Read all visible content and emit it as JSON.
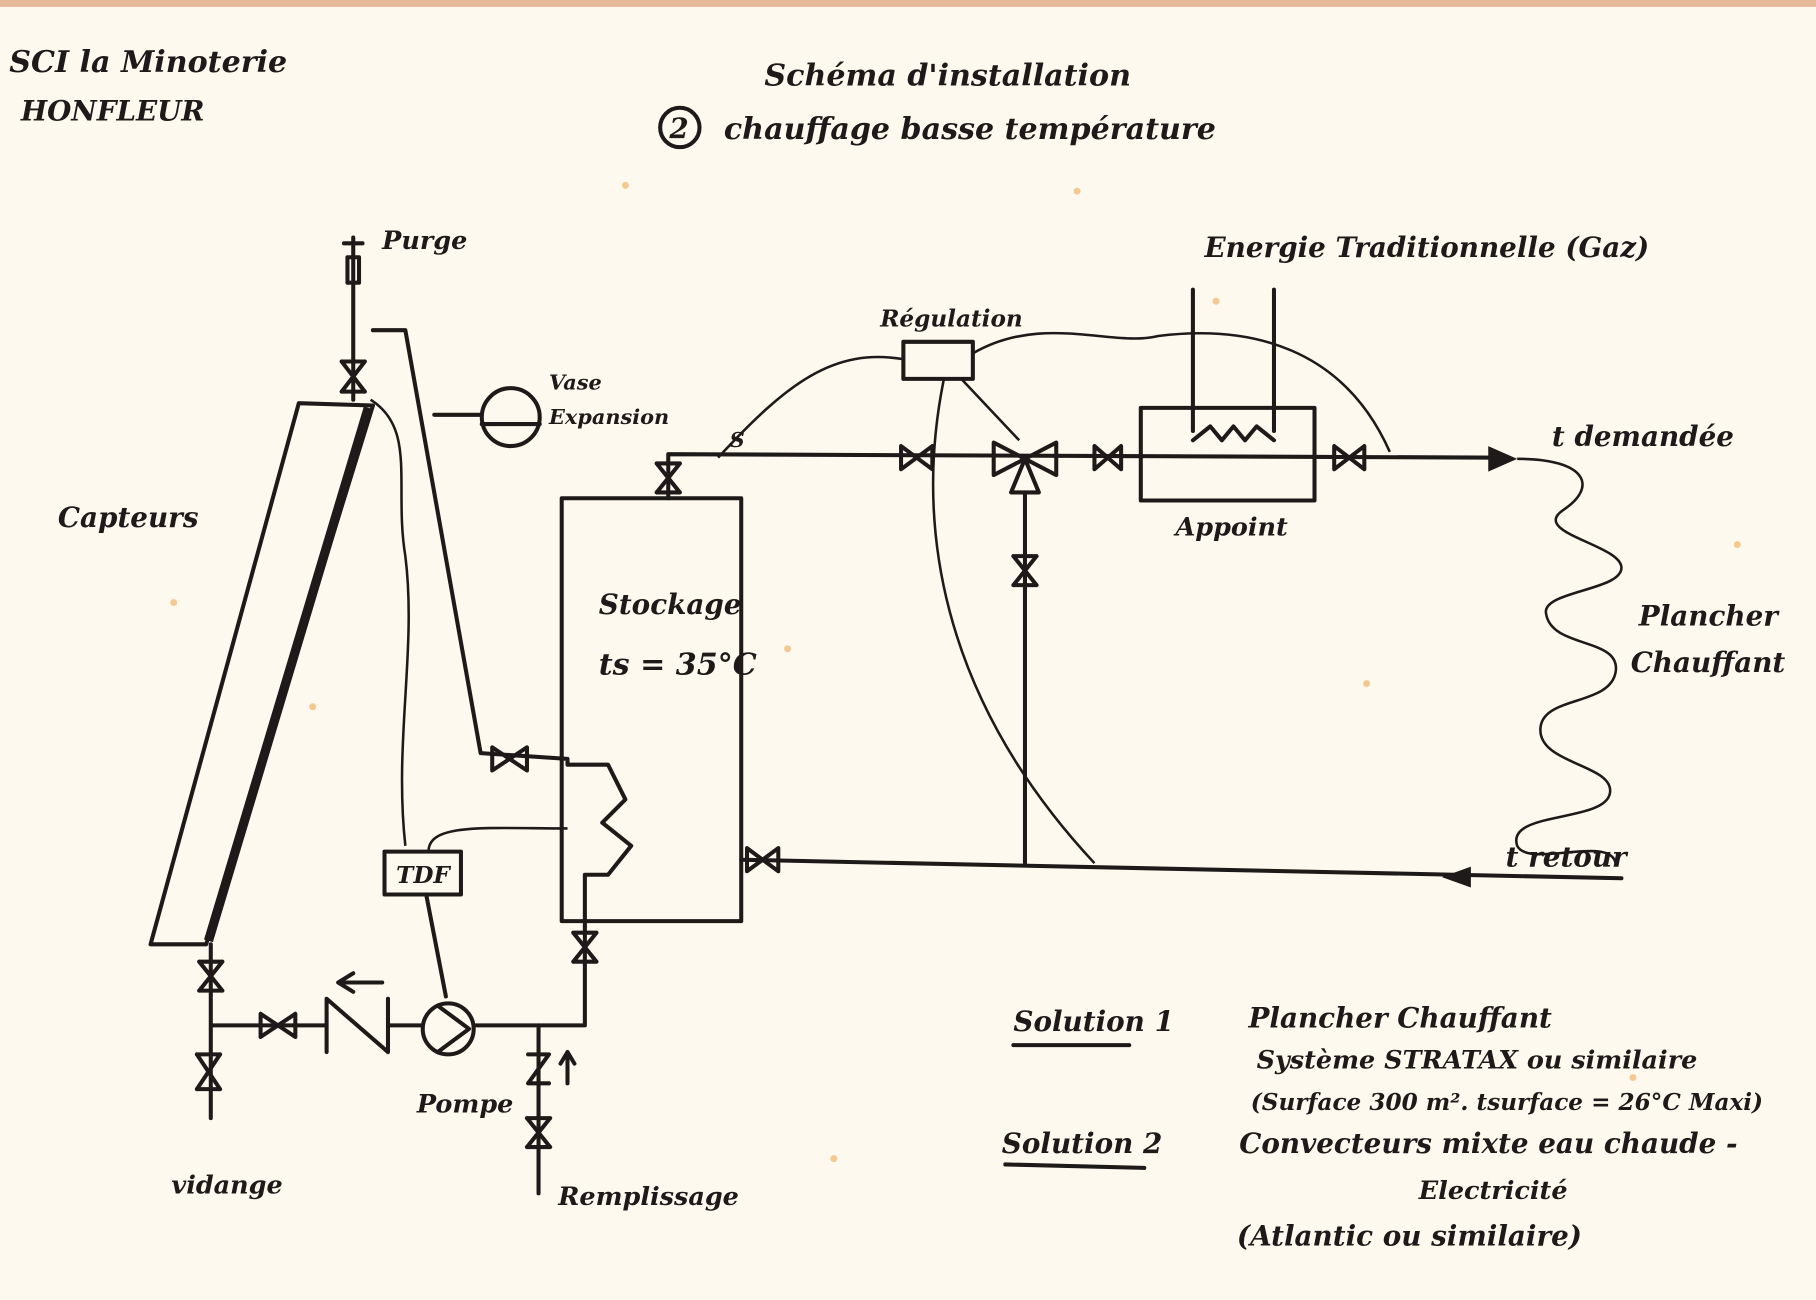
{
  "header": {
    "owner_line1": "SCI la Minoterie",
    "owner_line2": "HONFLEUR",
    "title_line1": "Schéma d'installation",
    "title_number": "2",
    "title_line2": "chauffage basse température"
  },
  "labels": {
    "purge": "Purge",
    "vase": "Vase",
    "expansion": "Expansion",
    "capteurs": "Capteurs",
    "regulation": "Régulation",
    "energie": "Energie Traditionnelle (Gaz)",
    "t_demandee": "t demandée",
    "appoint": "Appoint",
    "stockage": "Stockage",
    "ts": "ts = 35°C",
    "plancher": "Plancher",
    "chauffant": "Chauffant",
    "t_retour": "t retour",
    "tdf": "TDF",
    "pompe": "Pompe",
    "vidange": "vidange",
    "remplissage": "Remplissage",
    "sensor_s": "S"
  },
  "notes": {
    "solution1_label": "Solution 1",
    "solution1_line1": "Plancher Chauffant",
    "solution1_line2": "Système STRATAX ou similaire",
    "solution1_line3": "(Surface 300 m². tsurface = 26°C Maxi)",
    "solution2_label": "Solution 2",
    "solution2_line1": "Convecteurs mixte eau chaude -",
    "solution2_line2": "Electricité",
    "solution2_line3": "(Atlantic ou similaire)"
  }
}
